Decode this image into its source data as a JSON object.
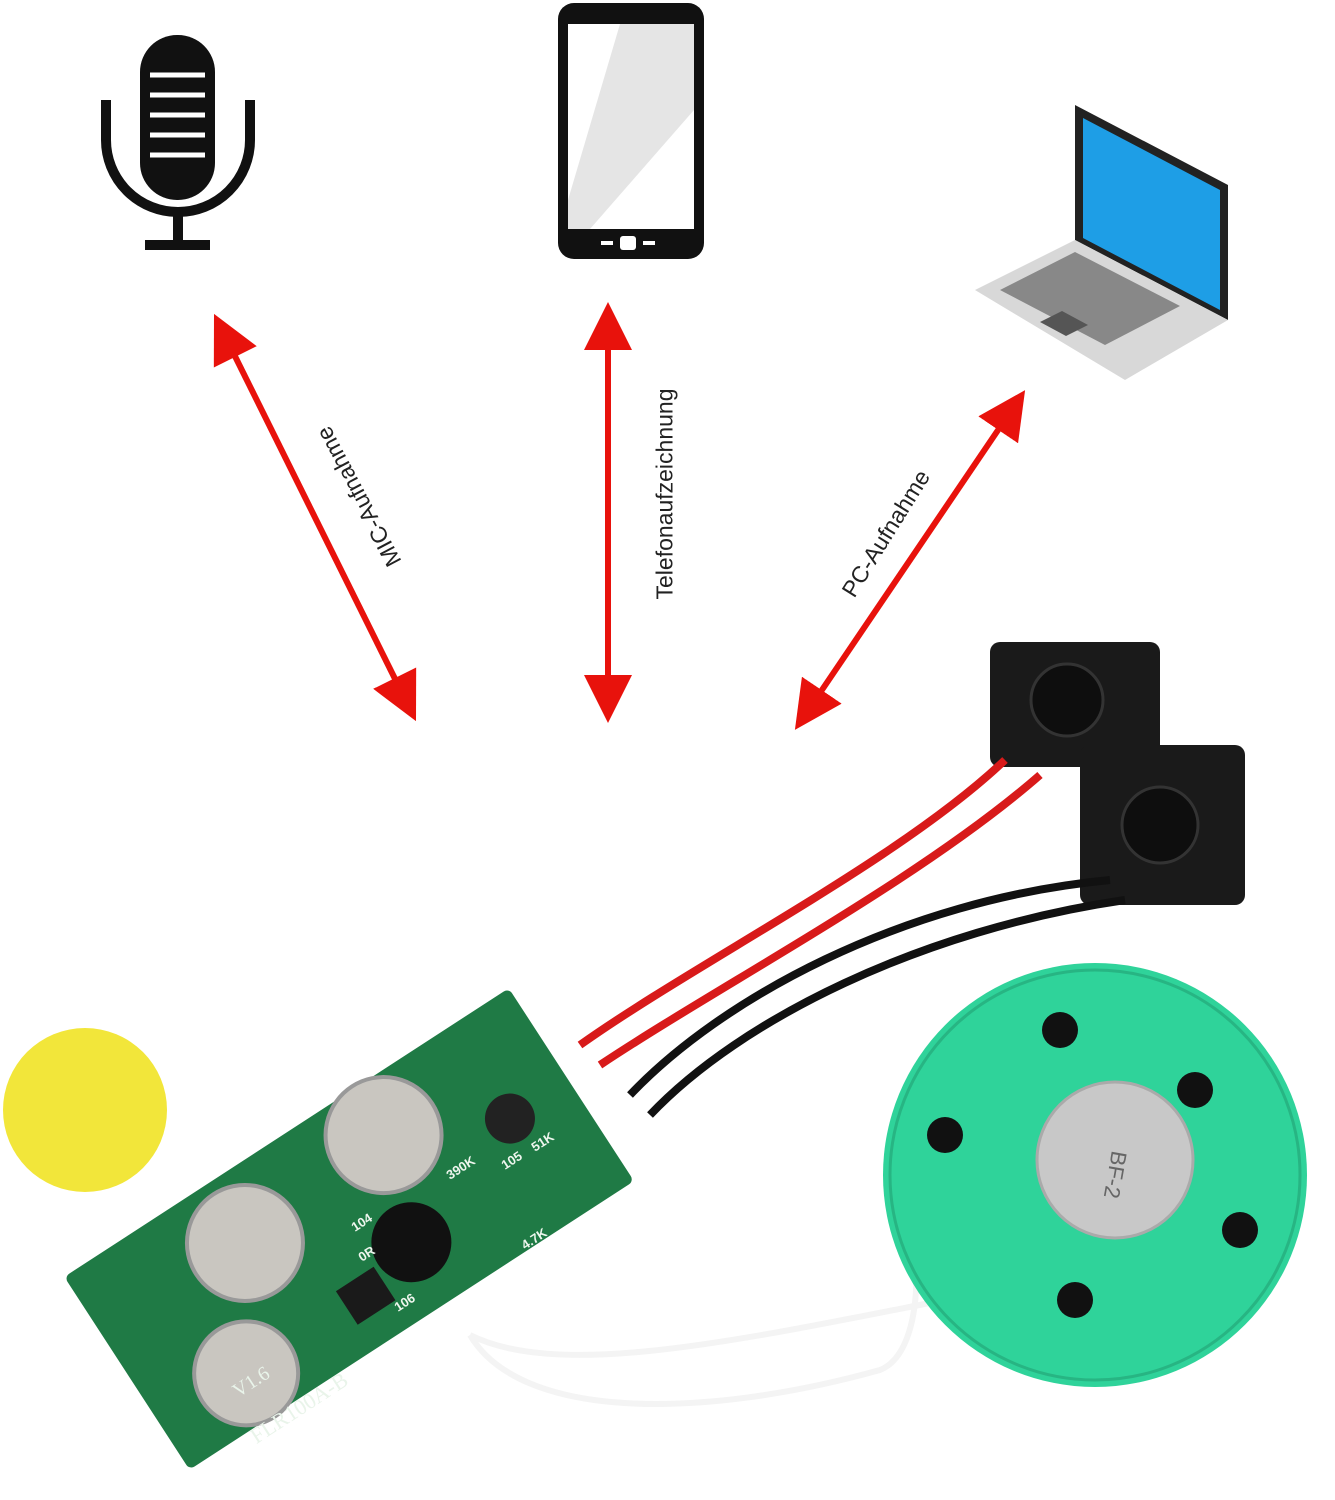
{
  "labels": {
    "mic": "MIC-Aufnahme",
    "phone": "Telefonaufzeichnung",
    "pc": "PC-Aufnahme"
  },
  "board": {
    "version": "V1.6",
    "model": "FLR100A-B",
    "components": [
      "104",
      "0R",
      "390K",
      "105",
      "51K",
      "4.7K",
      "106"
    ]
  },
  "speaker": {
    "marking": "BF-2"
  },
  "colors": {
    "arrow": "#e8120c",
    "pcb": "#1f7a45",
    "speaker": "#2fd39a",
    "pad": "#f2e63a"
  }
}
